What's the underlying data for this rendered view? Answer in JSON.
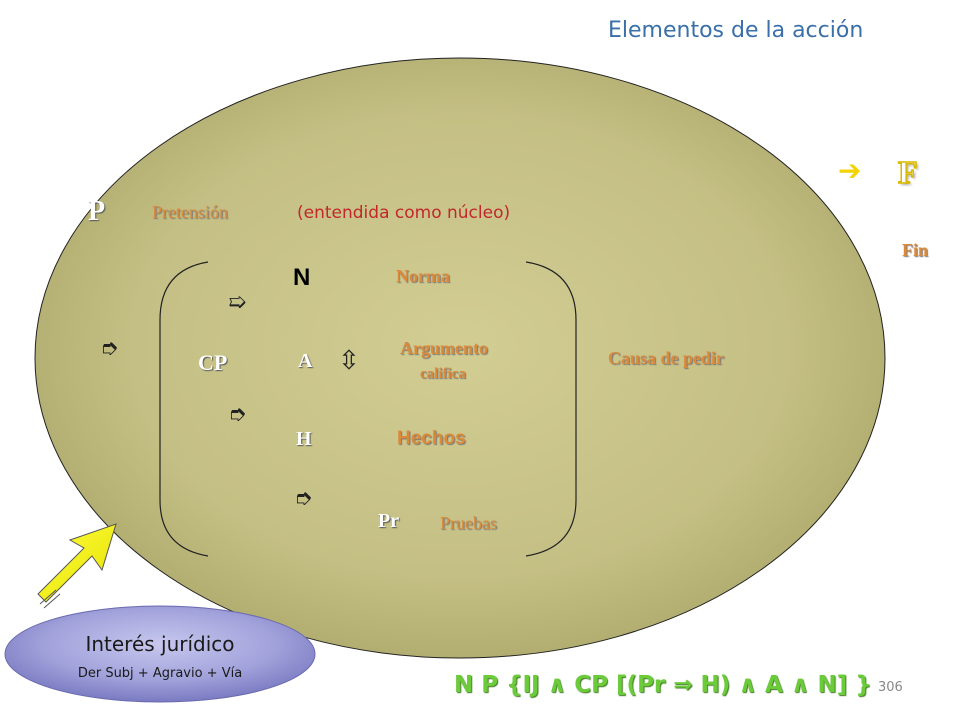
{
  "header": {
    "title": "Elementos de la acción"
  },
  "pretension": {
    "letter": "P",
    "label": "Pretensión",
    "description": "(entendida como núcleo)"
  },
  "fin": {
    "letter": "F",
    "label": "Fin",
    "arrow": "➔"
  },
  "causa_de_pedir": {
    "letter": "CP",
    "label": "Causa de pedir",
    "elements": {
      "norma": {
        "letter": "N",
        "label": "Norma"
      },
      "argumento": {
        "letter": "A",
        "label": "Argumento",
        "sub": "califica"
      },
      "hechos": {
        "letter": "H",
        "label": "Hechos"
      },
      "pruebas": {
        "letter": "Pr",
        "label": "Pruebas"
      }
    }
  },
  "arrows": {
    "to_norma": "➯",
    "to_cp": "➮",
    "to_hechos": "➮",
    "to_pruebas": "➮",
    "argumento_double": "⇳"
  },
  "interes": {
    "title": "Interés jurídico",
    "subtitle": "Der Subj + Agravio + Vía"
  },
  "formula": "N P {IJ ∧ CP [(Pr ⇒ H) ∧ A ∧ N] }",
  "page_number": "306",
  "colors": {
    "ellipse_fill": "#c6c186",
    "label_orange": "#d98a3a",
    "title_blue": "#3a6fa8",
    "formula_green": "#6ccb3a",
    "arrow_yellow": "#f2f000",
    "interes_fill": "#9b9bd6"
  }
}
